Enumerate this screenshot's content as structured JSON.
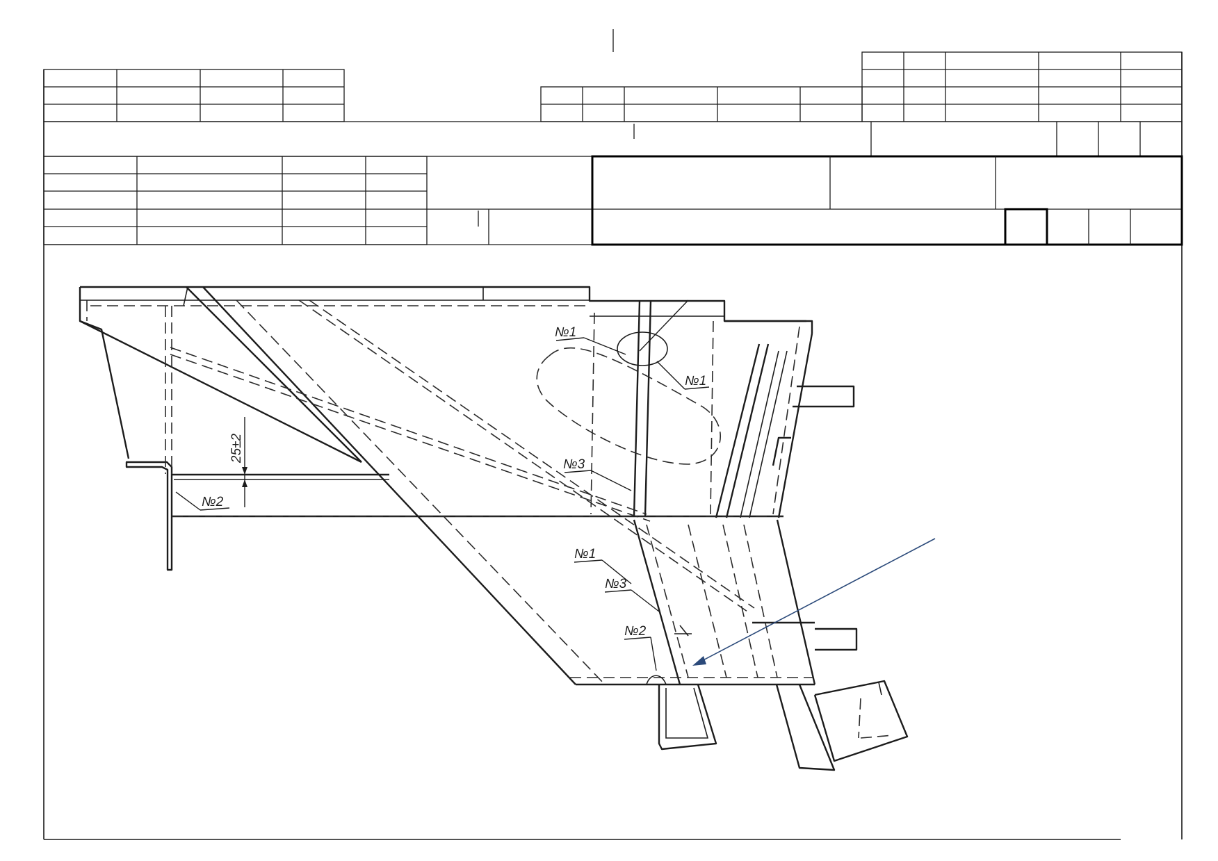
{
  "colors": {
    "line": "#1c1c1c",
    "pointer": "#2b4a7a",
    "paper": "#ffffff"
  },
  "dimension": {
    "text": "25±2"
  },
  "callouts": {
    "n1_top": "№1",
    "n1_right": "№1",
    "n3_mid": "№3",
    "n2_left": "№2",
    "n1_lower": "№1",
    "n3_lower": "№3",
    "n2_lower": "№2"
  },
  "pointer": {
    "icon": "arrow-icon"
  }
}
